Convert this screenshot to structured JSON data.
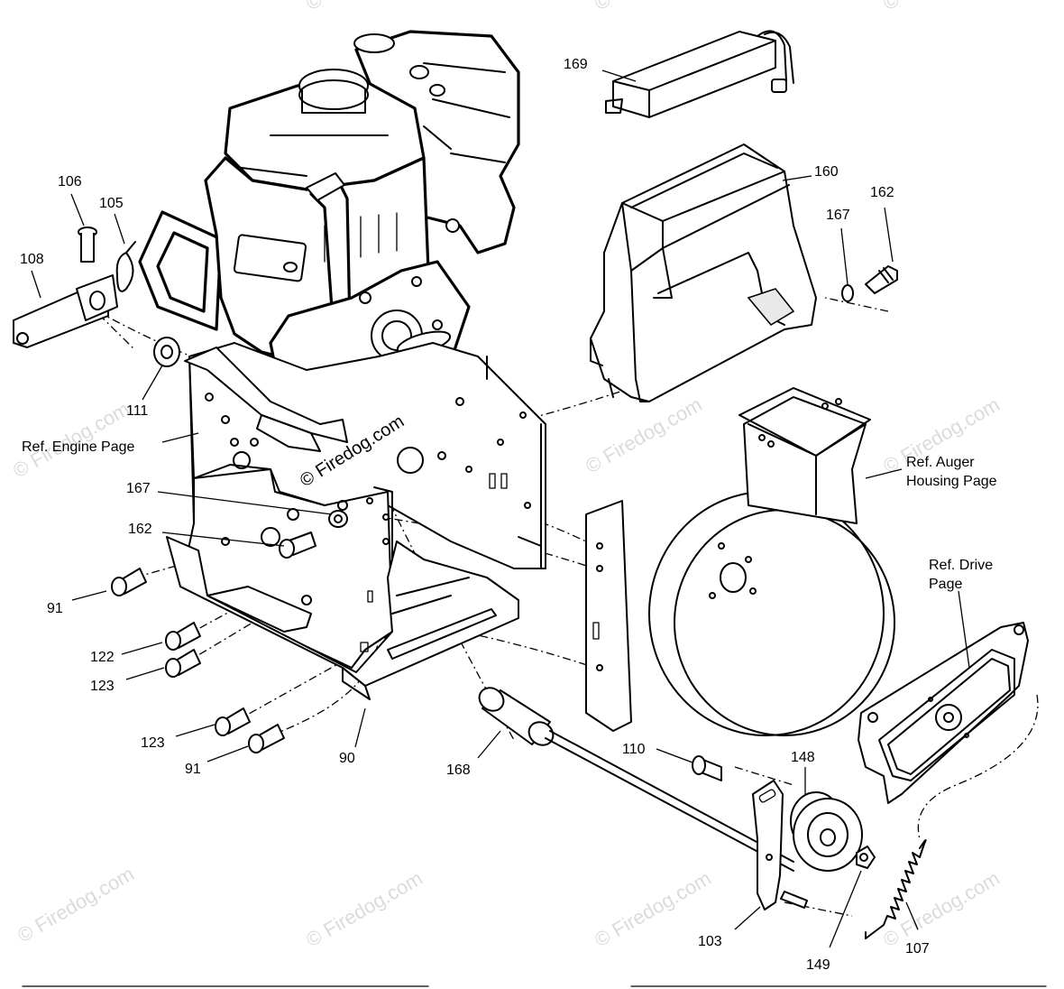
{
  "diagram": {
    "part_numbers": {
      "p169": "169",
      "p160": "160",
      "p162a": "162",
      "p167a": "167",
      "p106": "106",
      "p105": "105",
      "p108": "108",
      "p111": "111",
      "p167b": "167",
      "p162b": "162",
      "p91a": "91",
      "p122": "122",
      "p123a": "123",
      "p123b": "123",
      "p91b": "91",
      "p90": "90",
      "p168": "168",
      "p110": "110",
      "p148": "148",
      "p103": "103",
      "p149": "149",
      "p107": "107"
    },
    "references": {
      "engine": "Ref. Engine Page",
      "auger_line1": "Ref. Auger",
      "auger_line2": "Housing Page",
      "drive_line1": "Ref. Drive",
      "drive_line2": "Page"
    },
    "watermarks": {
      "brand": "© Firedog.com",
      "center": "© Firedog.com"
    }
  }
}
